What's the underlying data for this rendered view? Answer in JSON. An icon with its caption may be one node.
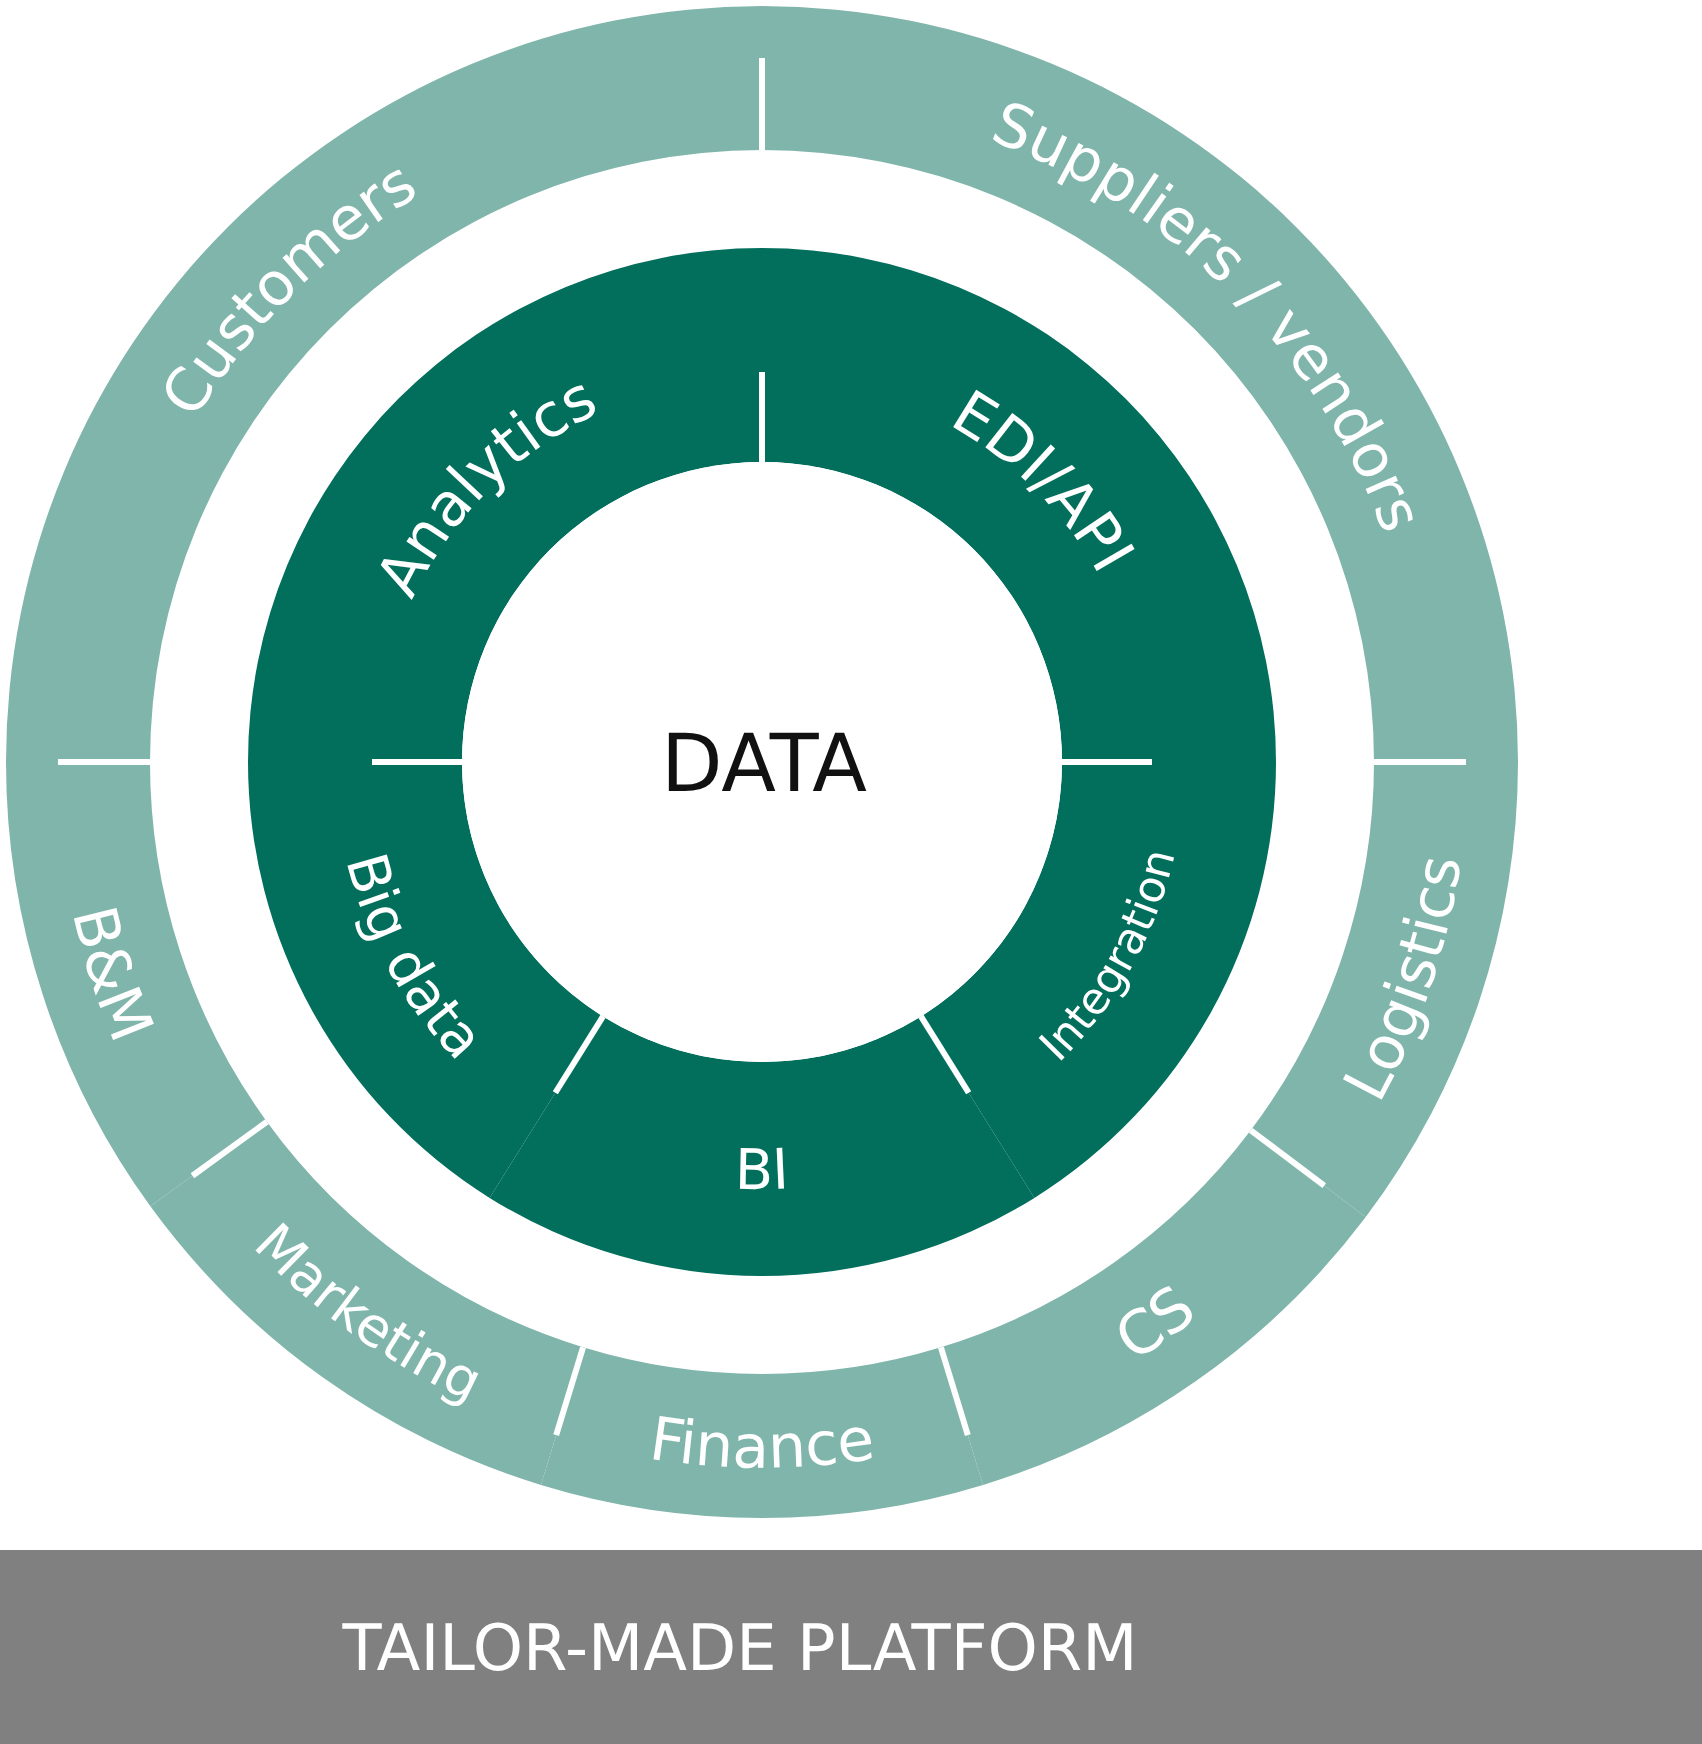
{
  "diagram": {
    "nodes": [
      {
        "text": [
          "Suppliers / vendors"
        ]
      },
      {
        "text": [
          "Logistics"
        ]
      },
      {
        "text": [
          "CS"
        ]
      },
      {
        "text": [
          "Finance"
        ]
      },
      {
        "text": [
          "Marketing"
        ]
      },
      {
        "text": [
          "B&M"
        ]
      },
      {
        "text": [
          "Customers"
        ]
      },
      {
        "text": [
          "EDI/API"
        ]
      },
      {
        "text": [
          "Integration"
        ]
      },
      {
        "text": [
          "BI"
        ]
      },
      {
        "text": [
          "Big data"
        ]
      },
      {
        "text": [
          "Analytics"
        ]
      },
      {
        "text": [
          "DATA"
        ]
      },
      {
        "text": [
          "TAILOR-MADE PLATFORM"
        ]
      }
    ]
  }
}
